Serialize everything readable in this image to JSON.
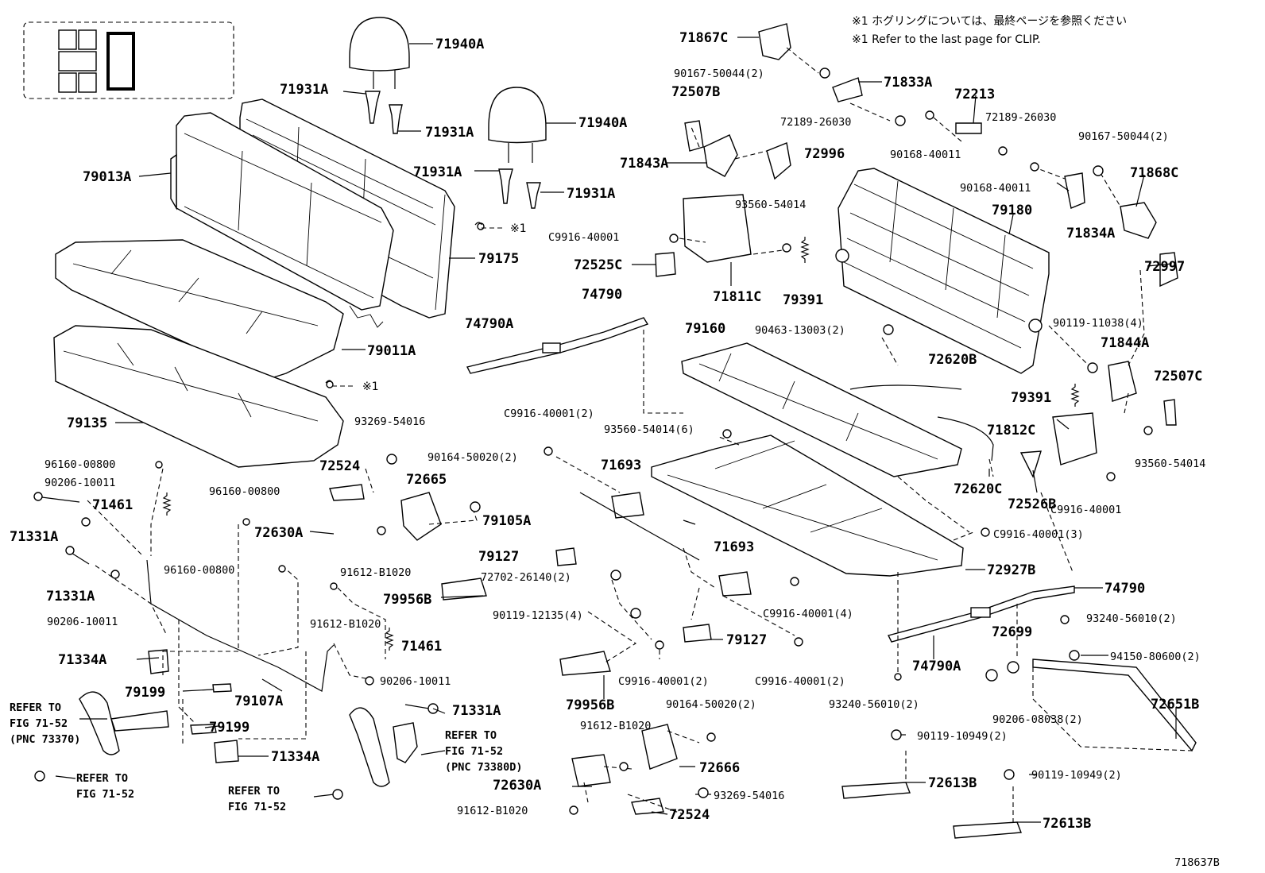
{
  "notes": {
    "line1": "※1  ホグリングについては、最終ページを参照ください",
    "line2": "※1  Refer to the last page for CLIP."
  },
  "figure_id": "718637B",
  "clip_mark": "※1",
  "refer": {
    "a1": "REFER TO",
    "a2": "FIG 71-52",
    "a3": "(PNC 73370)",
    "b1": "REFER TO",
    "b2": "FIG 71-52",
    "c1": "REFER TO",
    "c2": "FIG 71-52",
    "d1": "REFER TO",
    "d2": "FIG 71-52",
    "d3": "(PNC 73380D)"
  },
  "labels": {
    "p71940A_1": "71940A",
    "p71931A_1": "71931A",
    "p71931A_2": "71931A",
    "p71940A_2": "71940A",
    "p71931A_3": "71931A",
    "p71931A_4": "71931A",
    "p79013A": "79013A",
    "p79175": "79175",
    "p79011A": "79011A",
    "p79135": "79135",
    "p71867C": "71867C",
    "p90167_50044_a": "90167-50044(2)",
    "p71833A": "71833A",
    "p72507B": "72507B",
    "p72189_26030_a": "72189-26030",
    "p72213": "72213",
    "p72189_26030_b": "72189-26030",
    "p90167_50044_b": "90167-50044(2)",
    "p71843A": "71843A",
    "p72996": "72996",
    "p90168_40011_a": "90168-40011",
    "p90168_40011_b": "90168-40011",
    "p71868C": "71868C",
    "p79180": "79180",
    "p71834A": "71834A",
    "p93560_54014_a": "93560-54014",
    "p C9916_40001_a": "C9916-40001",
    "p72525C": "72525C",
    "p71811C": "71811C",
    "p79391_a": "79391",
    "p72997": "72997",
    "p74790_a": "74790",
    "p74790A_a": "74790A",
    "p79160": "79160",
    "p90463_13003": "90463-13003(2)",
    "p90119_11038": "90119-11038(4)",
    "p71844A": "71844A",
    "p72620B": "72620B",
    "p72507C": "72507C",
    "p79391_b": "79391",
    "p93269_54016_a": "93269-54016",
    "pC9916_40001_2a": "C9916-40001(2)",
    "p93560_54014_6": "93560-54014(6)",
    "p71812C": "71812C",
    "p96160_00800_a": "96160-00800",
    "p90206_10011_a": "90206-10011",
    "p72524_a": "72524",
    "p90164_50020_a": "90164-50020(2)",
    "p71693_a": "71693",
    "p93560_54014_b": "93560-54014",
    "p71461_a": "71461",
    "p72665": "72665",
    "p72620C": "72620C",
    "p72526B": "72526B",
    "p71331A_a": "71331A",
    "p96160_00800_b": "96160-00800",
    "p79105A": "79105A",
    "pC9916_40001_b": "C9916-40001",
    "p72630A_a": "72630A",
    "pC9916_40001_3": "C9916-40001(3)",
    "p71693_b": "71693",
    "p91612_B1020_a": "91612-B1020",
    "p79127_a": "79127",
    "p71331A_b": "71331A",
    "p96160_00800_c": "96160-00800",
    "p72702_26140": "72702-26140(2)",
    "p72927B": "72927B",
    "p90206_10011_b": "90206-10011",
    "p79956B_a": "79956B",
    "p74790_b": "74790",
    "p91612_B1020_b": "91612-B1020",
    "p90119_12135": "90119-12135(4)",
    "pC9916_40001_4": "C9916-40001(4)",
    "p93240_56010_a": "93240-56010(2)",
    "p71461_b": "71461",
    "p79127_b": "79127",
    "p72699": "72699",
    "p71334A_a": "71334A",
    "p74790A_b": "74790A",
    "p94150_80600": "94150-80600(2)",
    "p90206_10011_c": "90206-10011",
    "pC9916_40001_2b": "C9916-40001(2)",
    "pC9916_40001_2c": "C9916-40001(2)",
    "p79199_a": "79199",
    "p79107A": "79107A",
    "p79956B_b": "79956B",
    "p93240_56010_b": "93240-56010(2)",
    "p90164_50020_b": "90164-50020(2)",
    "p71331A_c": "71331A",
    "p90206_08038": "90206-08038(2)",
    "p72651B": "72651B",
    "p91612_B1020_c": "91612-B1020",
    "p90119_10949_a": "90119-10949(2)",
    "p79199_b": "79199",
    "p72666": "72666",
    "p71334A_b": "71334A",
    "p72630A_b": "72630A",
    "p72613B_a": "72613B",
    "p90119_10949_b": "90119-10949(2)",
    "p93269_54016_b": "93269-54016",
    "p91612_B1020_d": "91612-B1020",
    "p72524_b": "72524",
    "p72613B_b": "72613B"
  }
}
